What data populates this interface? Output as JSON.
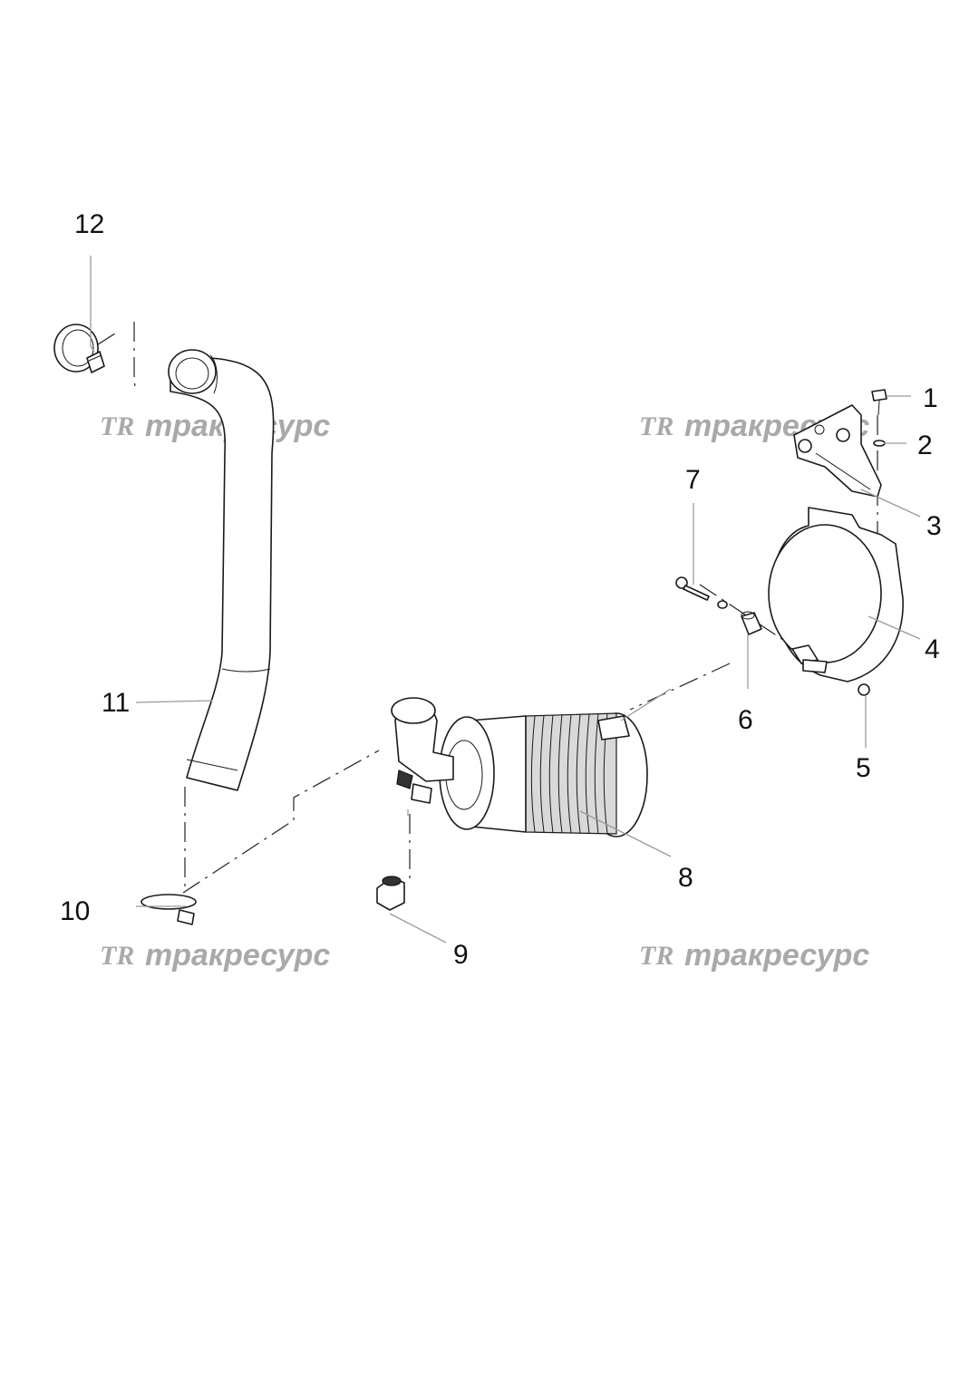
{
  "watermark": {
    "text": "тракресурс",
    "logo": "TR",
    "color": "#a9a9a9"
  },
  "callouts": {
    "c1": "1",
    "c2": "2",
    "c3": "3",
    "c4": "4",
    "c5": "5",
    "c6": "6",
    "c7": "7",
    "c8": "8",
    "c9": "9",
    "c10": "10",
    "c11": "11",
    "c12": "12"
  }
}
